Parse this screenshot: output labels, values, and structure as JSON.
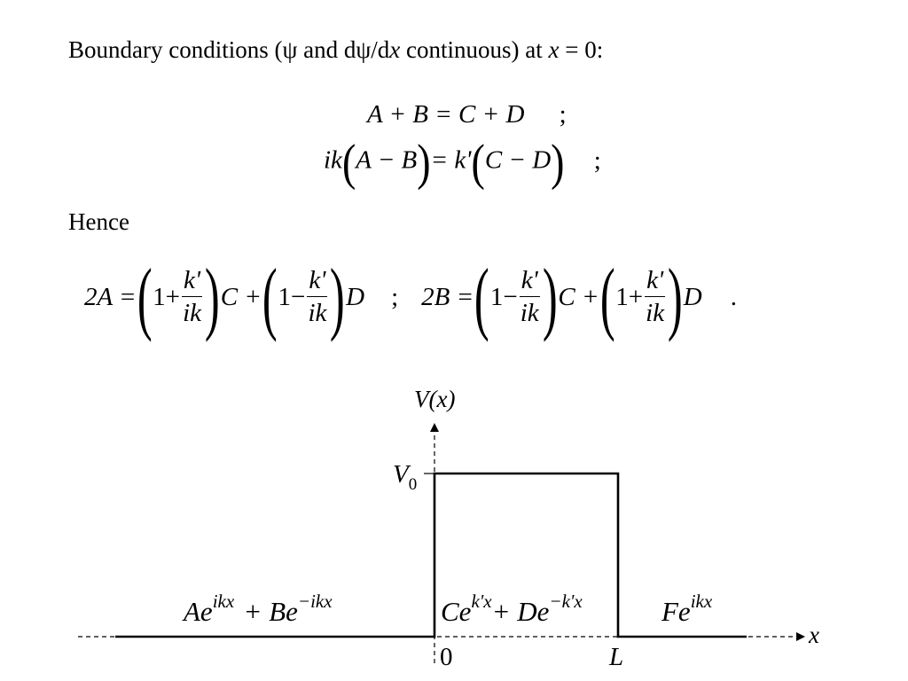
{
  "heading": {
    "pre": "Boundary conditions (",
    "psi1": "ψ",
    "and_d": " and d",
    "psi2": "ψ",
    "slash_d": "/d",
    "x1": "x",
    "cont_at": " continuous) at ",
    "x2": "x",
    "eq_zero": " = 0:"
  },
  "equations": {
    "eq1": {
      "lhs": "A + B = C + D",
      "end": ";"
    },
    "eq2": {
      "ik": "ik",
      "paren_a": "A − B",
      "eq": "= k'",
      "paren_b": "C − D",
      "end": ";"
    }
  },
  "hence": "Hence",
  "result": {
    "twoA": "2A =",
    "one": "1+",
    "one_minus": "1−",
    "frac_num": "k'",
    "frac_den": "ik",
    "C": "C +",
    "D": "D",
    "sep": ";",
    "twoB": "2B =",
    "C2": "C +",
    "D2": "D",
    "period": "."
  },
  "diagram": {
    "y_axis_label": "V(x)",
    "x_axis_label": "x",
    "v0_label": "V",
    "v0_sub": "0",
    "tick_zero": "0",
    "tick_L": "L",
    "region1": {
      "a": "Ae",
      "a_exp": "ikx",
      "b": " + Be",
      "b_exp": "−ikx"
    },
    "region2": {
      "c": "Ce",
      "c_exp": "k'x",
      "d": "+ De",
      "d_exp": "−k'x"
    },
    "region3": {
      "f": "Fe",
      "f_exp": "ikx"
    }
  }
}
